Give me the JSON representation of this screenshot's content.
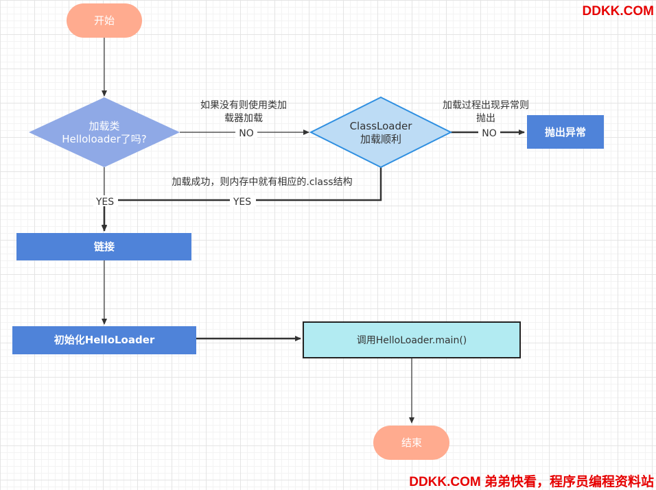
{
  "nodes": {
    "start": "开始",
    "check_line1": "加载类",
    "check_line2": "Helloloader了吗?",
    "classloader_line1": "ClassLoader",
    "classloader_line2": "加载顺利",
    "throw": "抛出异常",
    "link": "链接",
    "init": "初始化HelloLoader",
    "invoke": "调用HelloLoader.main()",
    "end": "结束"
  },
  "edges": {
    "no_desc_line1": "如果没有则使用类加",
    "no_desc_line2": "载器加载",
    "no_label": "NO",
    "fail_desc_line1": "加载过程出现异常则",
    "fail_desc_line2": "抛出",
    "fail_no_label": "NO",
    "success_desc": "加载成功，则内存中就有相应的.class结构",
    "yes_label_1": "YES",
    "yes_label_2": "YES"
  },
  "watermark": {
    "top": "DDKK.COM",
    "bottom": "DDKK.COM 弟弟快看，程序员编程资料站"
  },
  "colors": {
    "terminal": "#ffab8f",
    "decision_check": "#8fa9e6",
    "decision_classloader": "#bddcf5",
    "decision_classloader_border": "#2f8fe0",
    "process": "#4f83d9",
    "invoke_fill": "#b2ebf2",
    "watermark": "#e60000"
  }
}
